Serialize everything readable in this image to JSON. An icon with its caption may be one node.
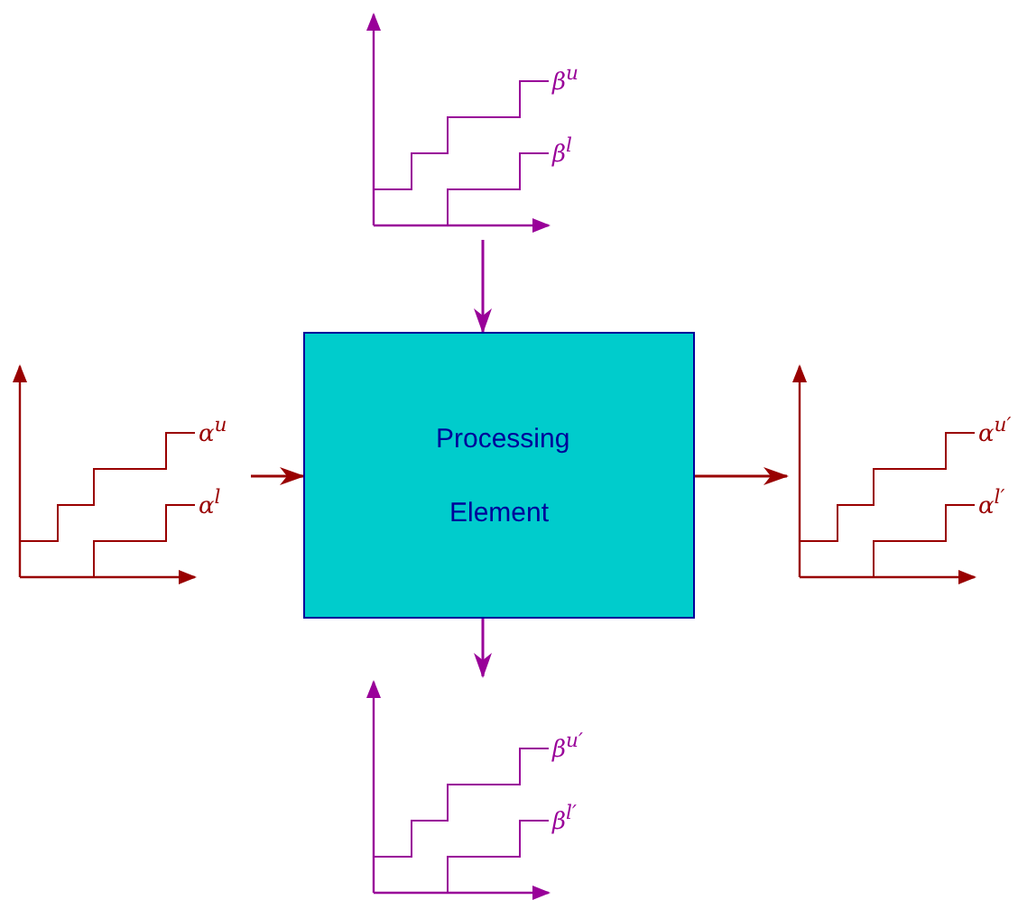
{
  "diagram": {
    "nodes": [
      {
        "text": [
          "β$^{u}$",
          "β$^{l}$"
        ]
      },
      {
        "text": [
          "α$^{u}$",
          "α$^{l}$"
        ]
      },
      {
        "text": [
          "Processing Element"
        ]
      },
      {
        "text": [
          "α$^{u′}$",
          "α$^{l′}$"
        ]
      },
      {
        "text": [
          "β$^{u′}$",
          "β$^{l′}$"
        ]
      }
    ],
    "edges": [
      {
        "from": 0,
        "to": 2,
        "arrow": "to",
        "color": "#990099"
      },
      {
        "from": 1,
        "to": 2,
        "arrow": "to",
        "color": "#990000"
      },
      {
        "from": 2,
        "to": 3,
        "arrow": "to",
        "color": "#990000"
      },
      {
        "from": 2,
        "to": 4,
        "arrow": "to",
        "color": "#990099"
      }
    ]
  }
}
